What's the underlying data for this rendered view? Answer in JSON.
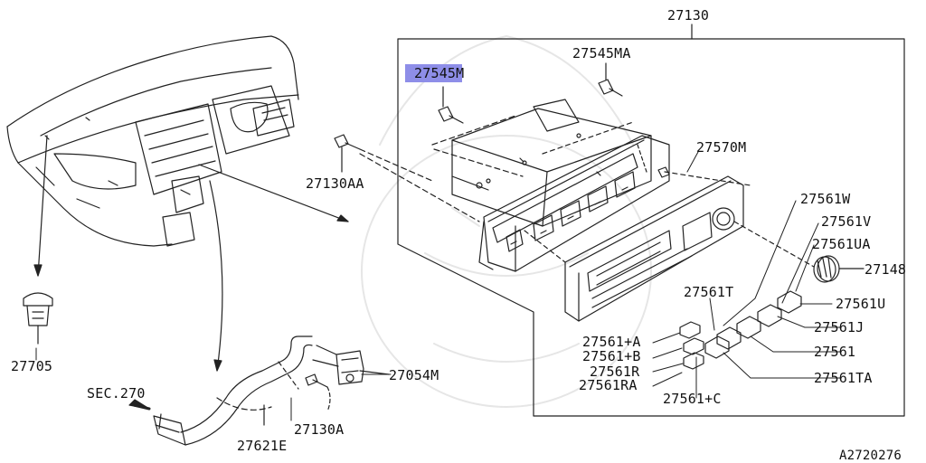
{
  "diagram": {
    "assembly_label": "27130",
    "highlight_color": "#8e8ee8",
    "drawing_id": "A2720276",
    "section_ref": "SEC.270",
    "parts": [
      {
        "id": "27545M",
        "highlighted": true
      },
      {
        "id": "27545MA"
      },
      {
        "id": "27130AA"
      },
      {
        "id": "27570M"
      },
      {
        "id": "27561W"
      },
      {
        "id": "27561V"
      },
      {
        "id": "27561UA"
      },
      {
        "id": "27148"
      },
      {
        "id": "27561U"
      },
      {
        "id": "27561J"
      },
      {
        "id": "27561"
      },
      {
        "id": "27561TA"
      },
      {
        "id": "27561T"
      },
      {
        "id": "27561+A"
      },
      {
        "id": "27561+B"
      },
      {
        "id": "27561R"
      },
      {
        "id": "27561RA"
      },
      {
        "id": "27561+C"
      },
      {
        "id": "27705"
      },
      {
        "id": "27054M"
      },
      {
        "id": "27130A"
      },
      {
        "id": "27621E"
      }
    ]
  }
}
